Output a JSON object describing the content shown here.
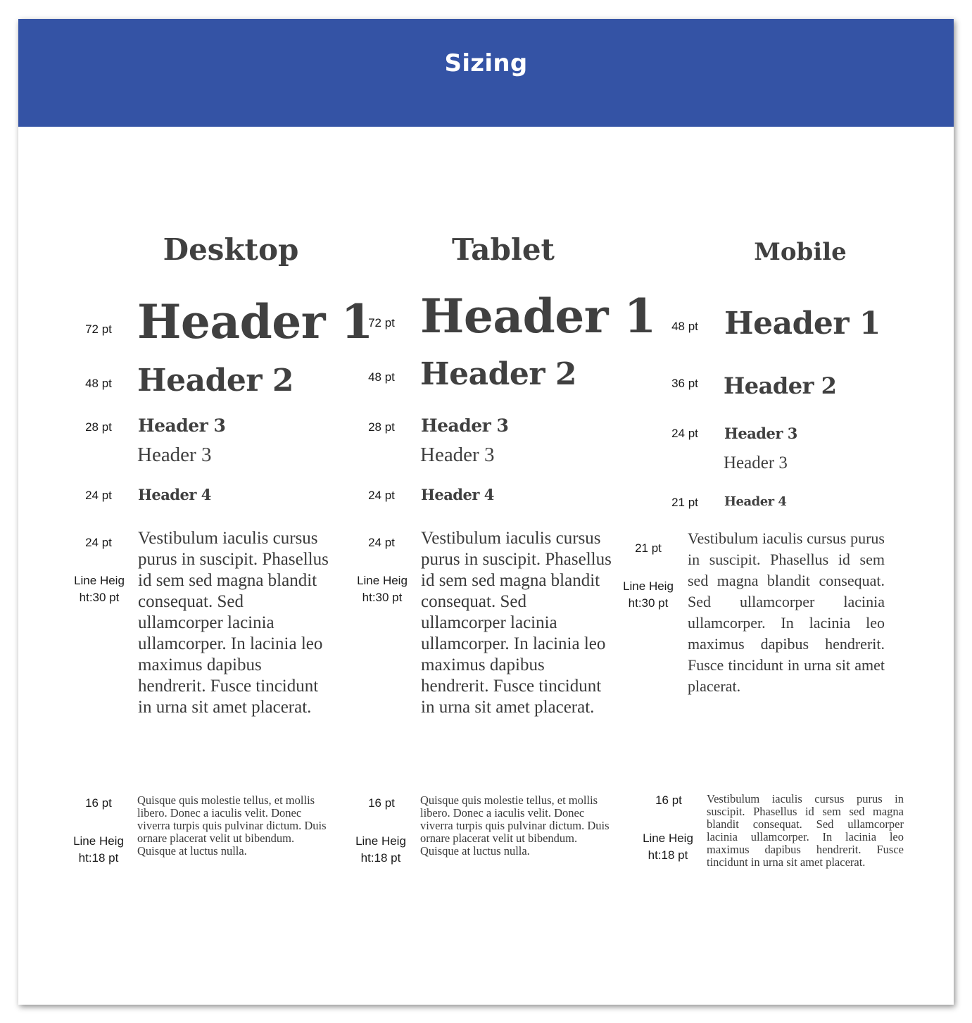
{
  "title": "Sizing",
  "columns": [
    {
      "name": "Desktop",
      "h1_size": "72 pt",
      "h1": "Header 1",
      "h2_size": "48 pt",
      "h2": "Header 2",
      "h3_size": "28 pt",
      "h3": "Header 3",
      "h3_alt": "Header 3",
      "h4_size": "24 pt",
      "h4": "Header 4",
      "body_size": "24 pt",
      "body_lh": "Line Height:30 pt",
      "body": "Vestibulum iaculis cursus purus in suscipit. Phasellus id sem sed magna blandit consequat. Sed ullamcorper lacinia ullamcorper. In lacinia leo maximus dapibus hendrerit. Fusce tincidunt in urna sit amet placerat.",
      "small_size": "16 pt",
      "small_lh": "Line Height:18 pt",
      "small": "Quisque quis molestie tellus, et mollis libero. Donec a iaculis velit. Donec viverra turpis quis pulvinar dictum. Duis ornare placerat velit ut bibendum. Quisque at luctus nulla."
    },
    {
      "name": "Tablet",
      "h1_size": "72 pt",
      "h1": "Header 1",
      "h2_size": "48 pt",
      "h2": "Header 2",
      "h3_size": "28 pt",
      "h3": "Header 3",
      "h3_alt": "Header 3",
      "h4_size": "24 pt",
      "h4": "Header 4",
      "body_size": "24 pt",
      "body_lh": "Line Height:30 pt",
      "body": "Vestibulum iaculis cursus purus in suscipit. Phasellus id sem sed magna blandit consequat. Sed ullamcorper lacinia ullamcorper. In lacinia leo maximus dapibus hendrerit. Fusce tincidunt in urna sit amet placerat.",
      "small_size": "16 pt",
      "small_lh": "Line Height:18 pt",
      "small": "Quisque quis molestie tellus, et mollis libero. Donec a iaculis velit. Donec viverra turpis quis pulvinar dictum. Duis ornare placerat velit ut bibendum. Quisque at luctus nulla."
    },
    {
      "name": "Mobile",
      "h1_size": "48 pt",
      "h1": "Header 1",
      "h2_size": "36 pt",
      "h2": "Header 2",
      "h3_size": "24 pt",
      "h3": "Header 3",
      "h3_alt": "Header 3",
      "h4_size": "21 pt",
      "h4": "Header 4",
      "body_size": "21 pt",
      "body_lh": "Line Height:30 pt",
      "body": "Vestibulum iaculis cursus purus in suscipit. Phasellus id sem sed magna blandit consequat. Sed ullamcorper lacinia ullamcorper. In lacinia leo maximus dapibus hendrerit. Fusce tincidunt in urna sit amet placerat.",
      "small_size": "16 pt",
      "small_lh": "Line Height:18 pt",
      "small": "Vestibulum iaculis cursus purus in suscipit. Phasellus id sem sed magna blandit consequat. Sed ullamcorper lacinia ullamcorper. In lacinia leo maximus dapibus hendrerit. Fusce tincidunt in urna sit amet placerat."
    }
  ]
}
